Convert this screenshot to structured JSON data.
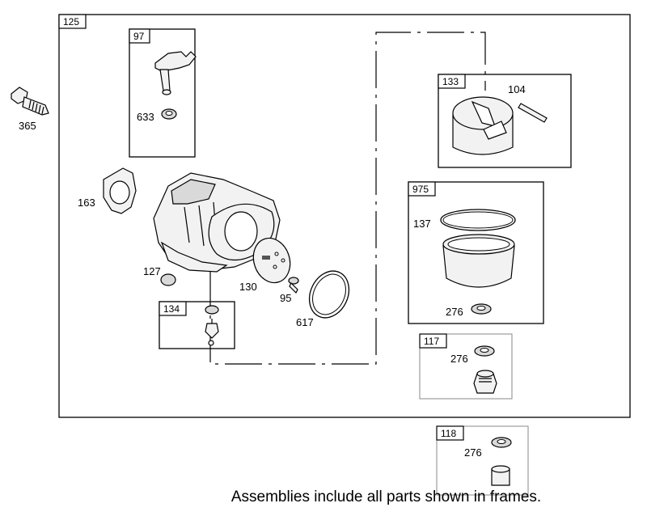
{
  "assemblies": {
    "main": "125",
    "primer": "97",
    "float": "133",
    "bowl": "975",
    "needle": "134",
    "fitting_a": "117",
    "fitting_b": "118"
  },
  "parts": {
    "bolt": "365",
    "primer_seal": "633",
    "pin": "104",
    "gasket": "163",
    "bowl_gasket": "137",
    "washer_bowl": "276",
    "plug": "127",
    "plate": "130",
    "screw": "95",
    "oring": "617",
    "washer_117": "276",
    "washer_118": "276"
  },
  "caption": "Assemblies include all parts shown in frames."
}
